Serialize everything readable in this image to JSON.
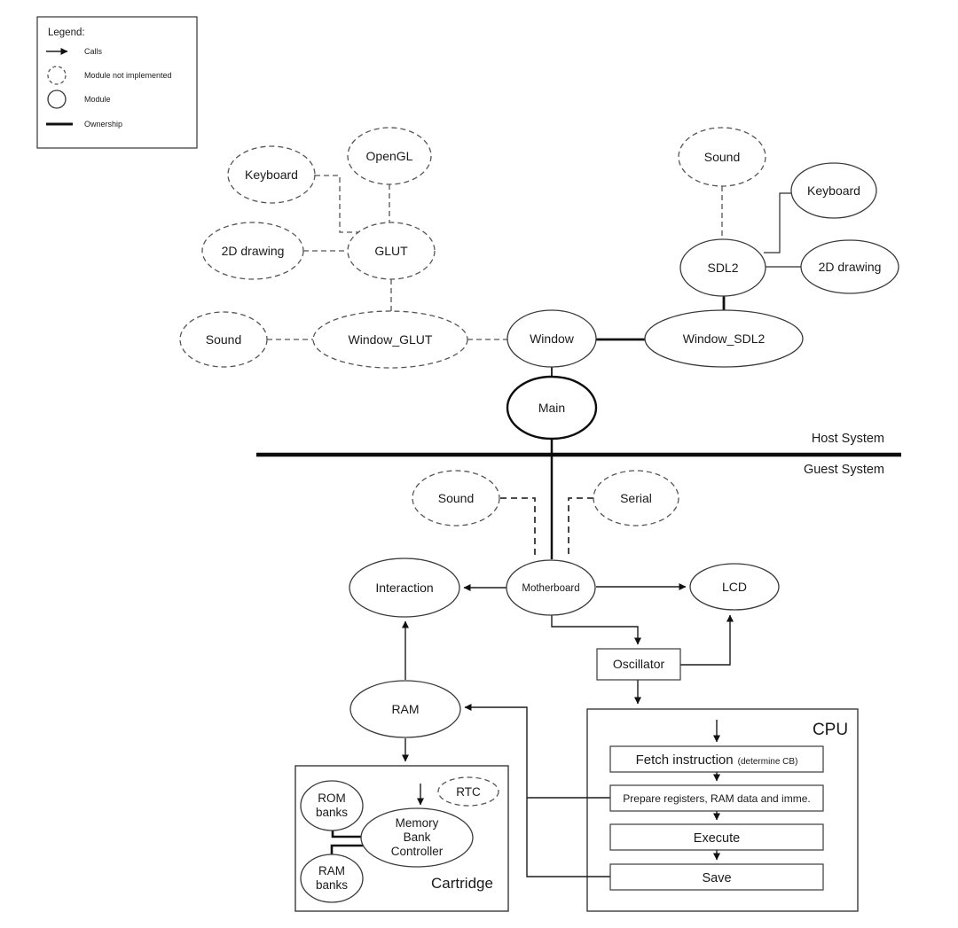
{
  "legend": {
    "title": "Legend:",
    "items": [
      {
        "symbol": "arrow-icon",
        "label": "Calls"
      },
      {
        "symbol": "dashed-circle-icon",
        "label": "Module not implemented"
      },
      {
        "symbol": "circle-icon",
        "label": "Module"
      },
      {
        "symbol": "thick-line-icon",
        "label": "Ownership"
      }
    ]
  },
  "regions": {
    "host": "Host System",
    "guest": "Guest System"
  },
  "nodes": {
    "keyboard_glut": "Keyboard",
    "opengl": "OpenGL",
    "drawing2d_glut": "2D drawing",
    "glut": "GLUT",
    "sound_glut": "Sound",
    "window_glut": "Window_GLUT",
    "window": "Window",
    "main": "Main",
    "sound_sdl2": "Sound",
    "keyboard_sdl2": "Keyboard",
    "sdl2": "SDL2",
    "drawing2d_sdl2": "2D drawing",
    "window_sdl2": "Window_SDL2",
    "sound_guest": "Sound",
    "serial": "Serial",
    "motherboard": "Motherboard",
    "interaction": "Interaction",
    "lcd": "LCD",
    "oscillator": "Oscillator",
    "ram": "RAM"
  },
  "cartridge": {
    "label": "Cartridge",
    "rom_banks": [
      "ROM",
      "banks"
    ],
    "ram_banks": [
      "RAM",
      "banks"
    ],
    "mbc": [
      "Memory",
      "Bank",
      "Controller"
    ],
    "rtc": "RTC"
  },
  "cpu": {
    "label": "CPU",
    "steps": {
      "fetch": "Fetch instruction",
      "fetch_note": "(determine CB)",
      "prepare": "Prepare registers, RAM data and imme.",
      "execute": "Execute",
      "save": "Save"
    }
  },
  "colors": {
    "background": "#ffffff",
    "ink": "#1a1a1a",
    "solid_stroke": "#3a3a3a",
    "dashed_stroke": "#555555",
    "ownership": "#111111"
  }
}
